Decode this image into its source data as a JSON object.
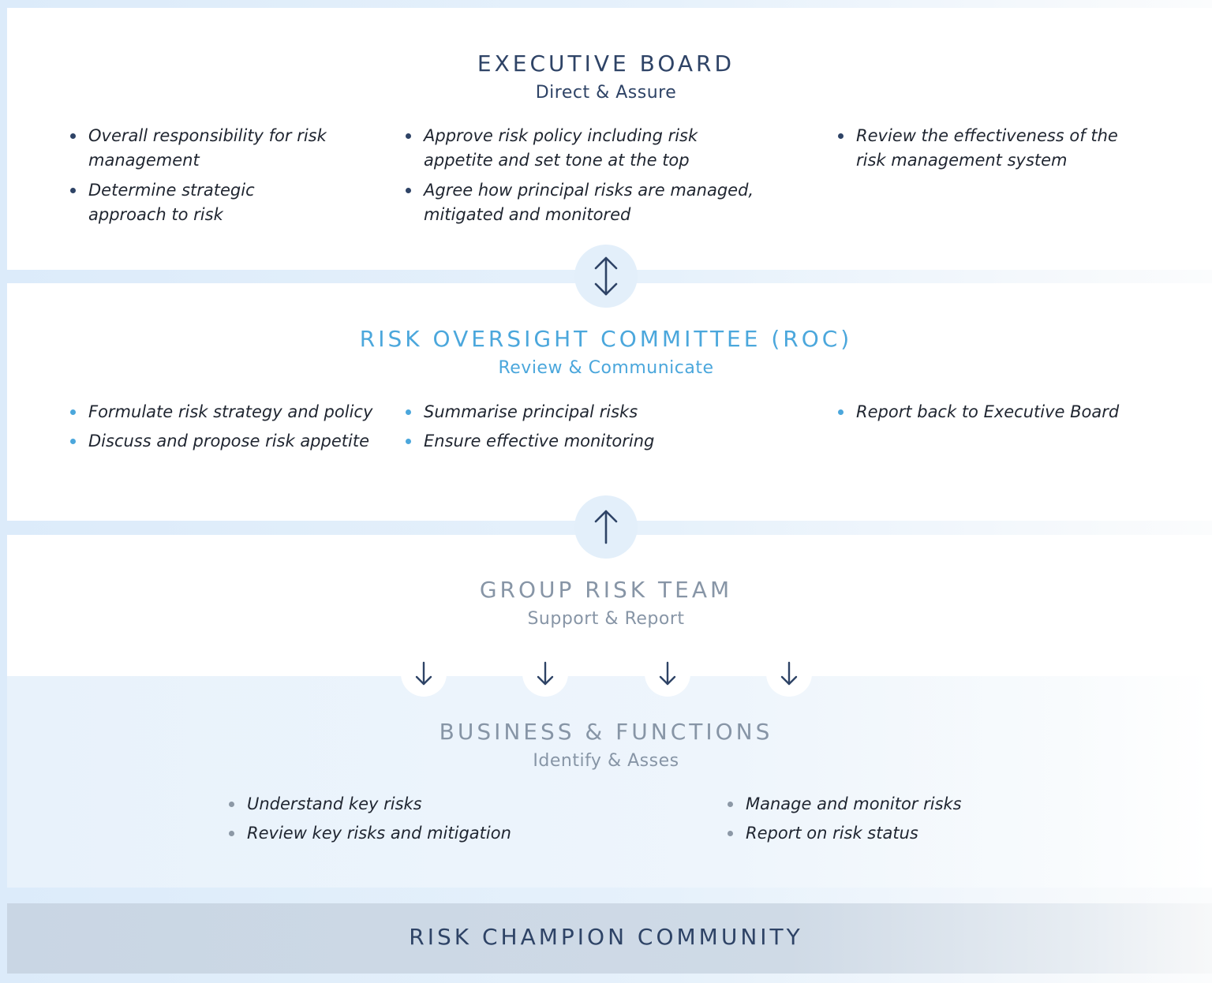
{
  "executive_board": {
    "title": "EXECUTIVE BOARD",
    "subtitle": "Direct & Assure",
    "col1": [
      "Overall responsibility for risk management",
      "Determine strategic approach to risk"
    ],
    "col2": [
      "Approve risk policy including risk appetite and set tone at the top",
      "Agree how principal risks are managed, mitigated and monitored"
    ],
    "col3": [
      "Review the effectiveness of the risk management system"
    ]
  },
  "roc": {
    "title": "RISK OVERSIGHT COMMITTEE (ROC)",
    "subtitle": "Review & Communicate",
    "col1": [
      "Formulate risk strategy and policy",
      "Discuss and propose risk appetite"
    ],
    "col2": [
      "Summarise principal risks",
      "Ensure effective monitoring"
    ],
    "col3": [
      "Report back to Executive Board"
    ]
  },
  "group_risk_team": {
    "title": "GROUP RISK TEAM",
    "subtitle": "Support & Report"
  },
  "business_functions": {
    "title": "BUSINESS & FUNCTIONS",
    "subtitle": "Identify & Asses",
    "col1": [
      "Understand key risks",
      "Review key risks and mitigation"
    ],
    "col2": [
      "Manage and monitor risks",
      "Report on risk status"
    ]
  },
  "risk_champion": {
    "title": "RISK CHAMPION COMMUNITY"
  },
  "connectors": {
    "exec_roc": "double-arrow-icon",
    "roc_grt": "arrow-up-icon",
    "grt_biz": [
      "arrow-down-icon",
      "arrow-down-icon",
      "arrow-down-icon",
      "arrow-down-icon"
    ]
  },
  "colors": {
    "navy": "#2e4366",
    "blue": "#4ba7dc",
    "grey": "#8795a6",
    "connector_circle": "#e3effa"
  }
}
